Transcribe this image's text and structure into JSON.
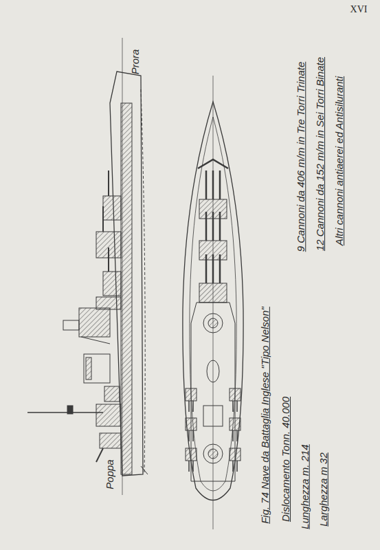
{
  "diagram": {
    "caption": "Fig. 74 Nave da Battaglia Inglese \"Tipo Nelson\"",
    "labels": [
      "XVI",
      "Prora",
      "Poppa",
      "Dislocamento Tonn. 40.000",
      "Lunghezza m. 214",
      "Larghezza m 32",
      "9 Cannoni da 406 m/m in Tre Torri Trinate",
      "12 Cannoni da 152 m/m in Sei Torri Binate",
      "Altri cannoni antiaerei ed Antisiluranti"
    ]
  }
}
